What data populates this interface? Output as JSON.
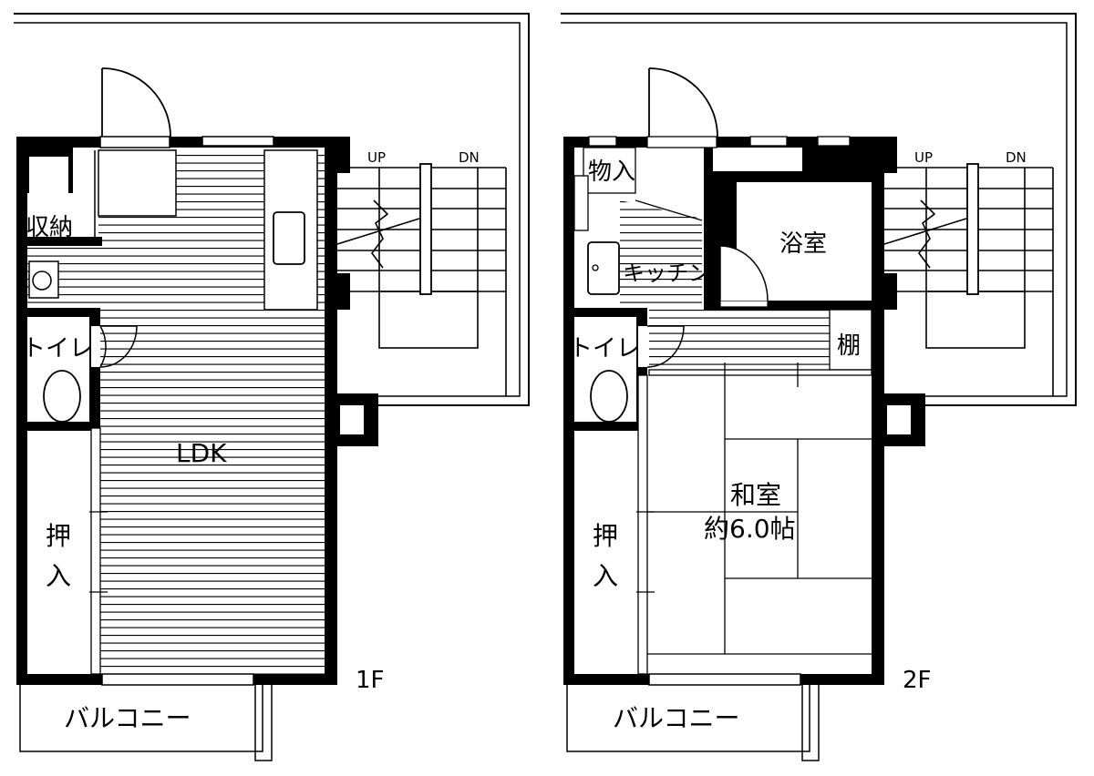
{
  "floors": [
    {
      "level": "1F",
      "rooms": {
        "storage": "収納",
        "toilet": "トイレ",
        "ldk": "LDK",
        "closet": [
          "押",
          "入"
        ],
        "balcony": "バルコニー"
      },
      "stairs": {
        "up": "UP",
        "down": "DN"
      }
    },
    {
      "level": "2F",
      "rooms": {
        "storage": "物入",
        "kitchen": "キッチン",
        "bath": "浴室",
        "shelf": "棚",
        "toilet": "トイレ",
        "japanese_room": "和室",
        "japanese_room_size": "約6.0帖",
        "closet": [
          "押",
          "入"
        ],
        "balcony": "バルコニー"
      },
      "stairs": {
        "up": "UP",
        "down": "DN"
      }
    }
  ]
}
